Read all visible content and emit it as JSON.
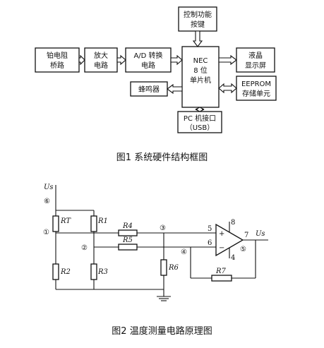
{
  "fig1": {
    "blocks": {
      "pt100": [
        "铂电阻",
        "桥路"
      ],
      "amp": [
        "放大",
        "电路"
      ],
      "adc": [
        "A/D 转换",
        "电路"
      ],
      "keys": [
        "控制功能",
        "按键"
      ],
      "mcu": [
        "NEC",
        "8 位",
        "单片机"
      ],
      "lcd": [
        "液晶",
        "显示屏"
      ],
      "buzzer": [
        "蜂鸣器"
      ],
      "eeprom": [
        "EEPROM",
        "存储单元"
      ],
      "pc": [
        "PC 机接口",
        "（USB）"
      ]
    },
    "caption": "图1 系统硬件结构框图"
  },
  "fig2": {
    "labels": {
      "us_in": "Us",
      "us_out": "Us",
      "rt": "RT",
      "r1": "R1",
      "r2": "R2",
      "r3": "R3",
      "r4": "R4",
      "r5": "R5",
      "r6": "R6",
      "r7": "R7",
      "n1": "①",
      "n2": "②",
      "n3": "③",
      "n4": "④",
      "n5": "⑤",
      "n6": "⑥",
      "pin5": "5",
      "pin6": "6",
      "pin7": "7",
      "pin8": "8",
      "pin4": "4",
      "plus": "+",
      "minus": "−"
    },
    "caption": "图2 温度测量电路原理图"
  }
}
